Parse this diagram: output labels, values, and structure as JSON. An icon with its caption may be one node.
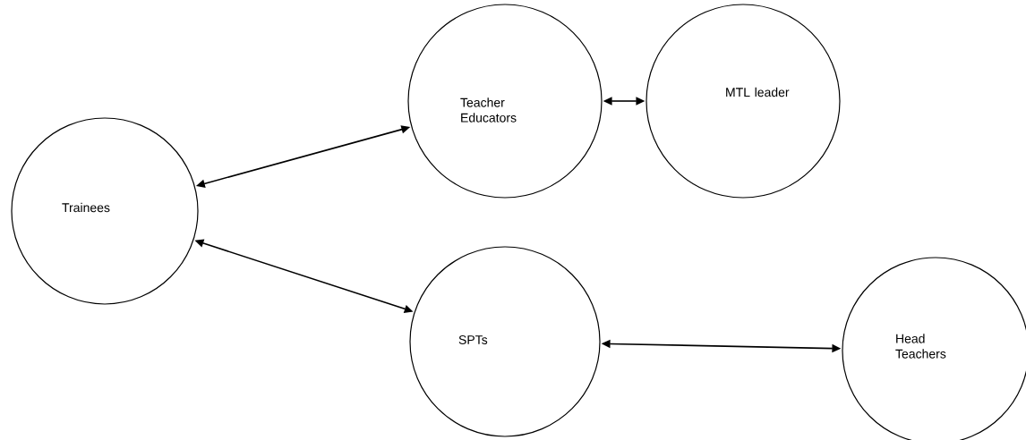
{
  "diagram": {
    "nodes": [
      {
        "text": [
          "Trainees"
        ]
      },
      {
        "text": [
          "Teacher Educators"
        ]
      },
      {
        "text": [
          "MTL leader"
        ]
      },
      {
        "text": [
          "SPTs"
        ]
      },
      {
        "text": [
          "Head Teachers"
        ]
      }
    ],
    "edges": [
      {
        "from": 0,
        "to": 1,
        "arrow": "both"
      },
      {
        "from": 1,
        "to": 2,
        "arrow": "both"
      },
      {
        "from": 0,
        "to": 3,
        "arrow": "both"
      },
      {
        "from": 3,
        "to": 4,
        "arrow": "both"
      }
    ]
  }
}
